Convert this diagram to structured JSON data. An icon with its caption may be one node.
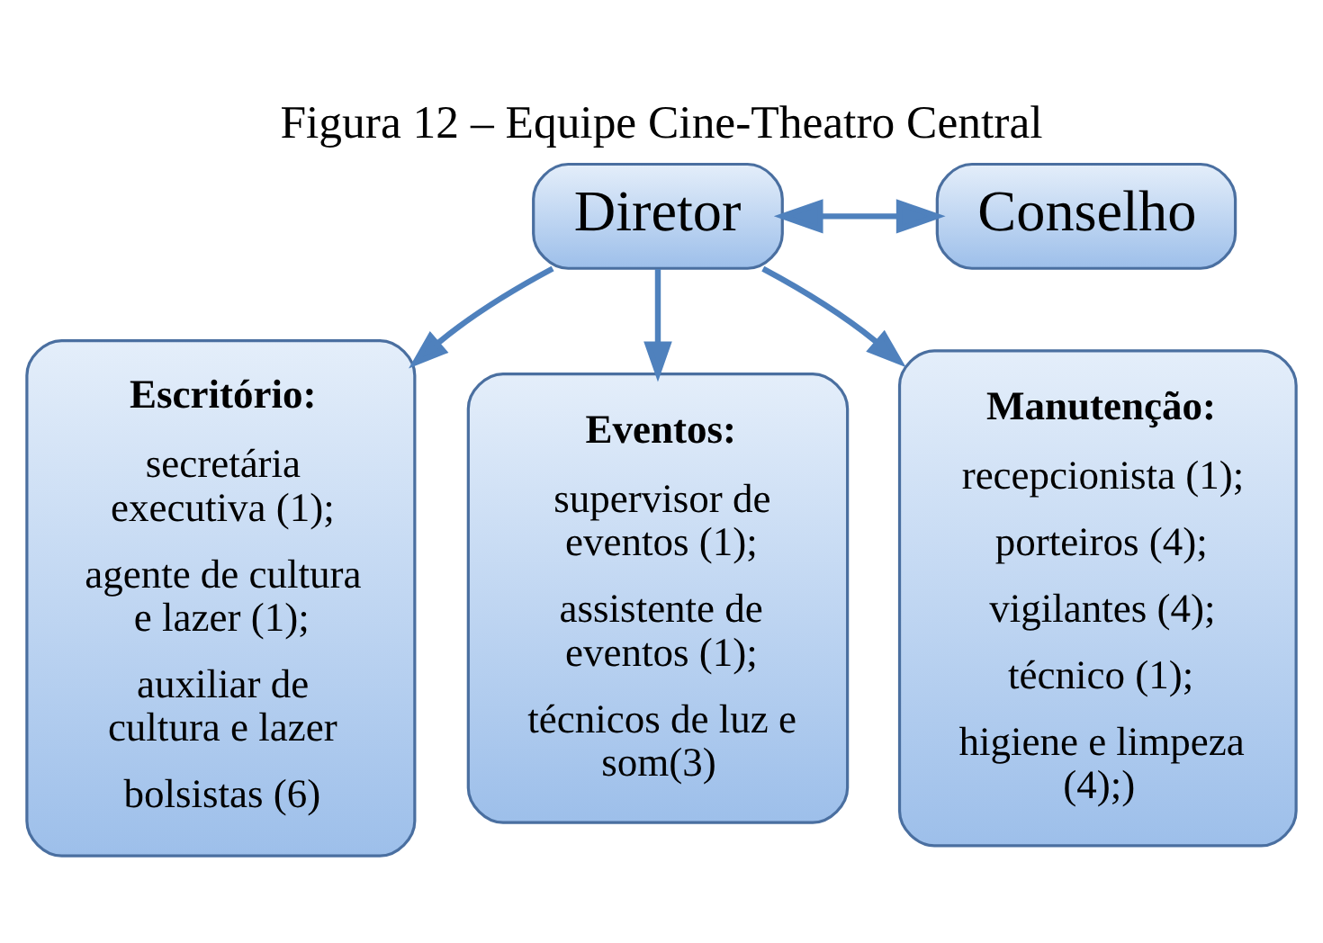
{
  "diagram": {
    "title": "Figura 12 – Equipe Cine-Theatro Central",
    "nodes": [
      {
        "text": [
          "Diretor"
        ]
      },
      {
        "text": [
          "Conselho"
        ]
      },
      {
        "text": [
          "Escritório:",
          "secretária executiva (1);",
          "agente de cultura e lazer (1);",
          "auxiliar de cultura e lazer",
          "bolsistas (6)"
        ]
      },
      {
        "text": [
          "Eventos:",
          "supervisor de eventos (1);",
          "assistente de eventos (1);",
          "técnicos de luz e som(3)"
        ]
      },
      {
        "text": [
          "Manutenção:",
          "recepcionista (1);",
          "porteiros (4);",
          "vigilantes (4);",
          "técnico (1);",
          "higiene e limpeza (4);)"
        ]
      }
    ],
    "edges": [
      {
        "from": 0,
        "to": 1,
        "arrow": "both"
      },
      {
        "from": 0,
        "to": 2,
        "arrow": "to"
      },
      {
        "from": 0,
        "to": 3,
        "arrow": "to"
      },
      {
        "from": 0,
        "to": 4,
        "arrow": "to"
      }
    ]
  }
}
